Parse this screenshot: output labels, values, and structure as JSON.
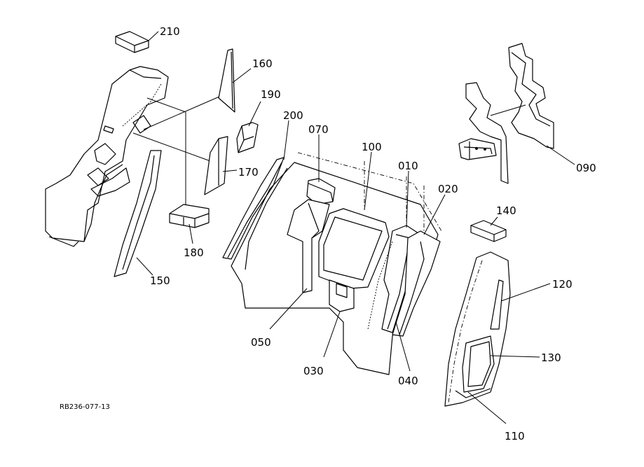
{
  "labels": {
    "p210": "210",
    "p160": "160",
    "p190": "190",
    "p200": "200",
    "p070": "070",
    "p100": "100",
    "p010": "010",
    "p020": "020",
    "p090": "090",
    "p140": "140",
    "p170": "170",
    "p180": "180",
    "p150": "150",
    "p120": "120",
    "p130": "130",
    "p050": "050",
    "p030": "030",
    "p040": "040",
    "p110": "110"
  },
  "reference_code": "RB236-077-13"
}
